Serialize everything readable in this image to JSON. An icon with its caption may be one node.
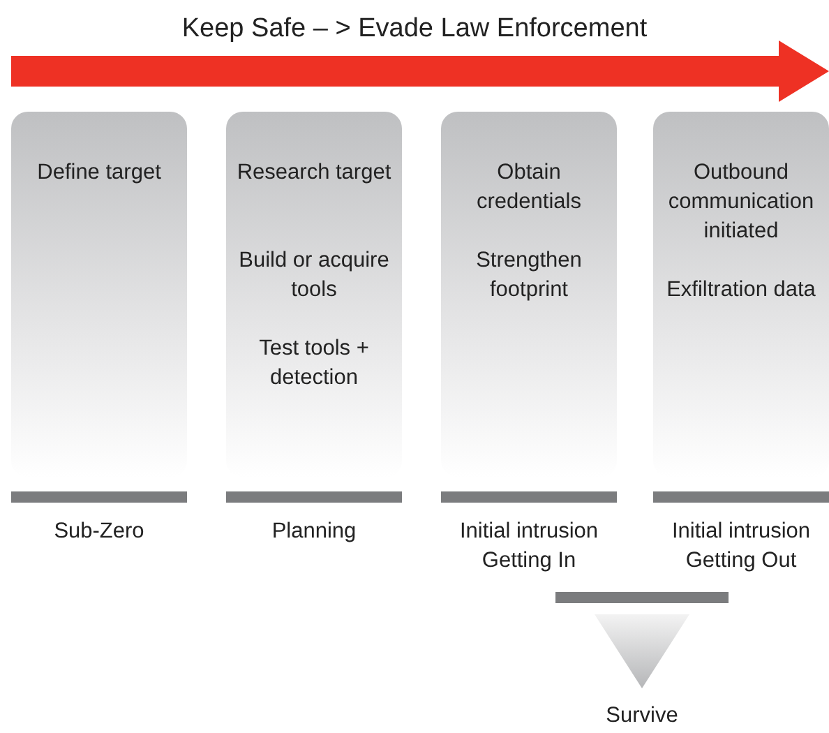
{
  "diagram": {
    "title": "Keep Safe – > Evade Law Enforcement",
    "nodes": [
      {
        "text": [
          "Define target"
        ],
        "beside": [
          "Sub-Zero"
        ]
      },
      {
        "text": [
          "Research target",
          "Build or acquire tools",
          "Test tools + detection"
        ],
        "beside": [
          "Planning"
        ]
      },
      {
        "text": [
          "Obtain credentials",
          "Strengthen footprint"
        ],
        "beside": [
          "Initial intrusion Getting In"
        ]
      },
      {
        "text": [
          "Outbound communication initiated",
          "Exfiltration data"
        ],
        "beside": [
          "Initial intrusion Getting Out"
        ]
      }
    ],
    "labels": [
      "Survive"
    ]
  }
}
